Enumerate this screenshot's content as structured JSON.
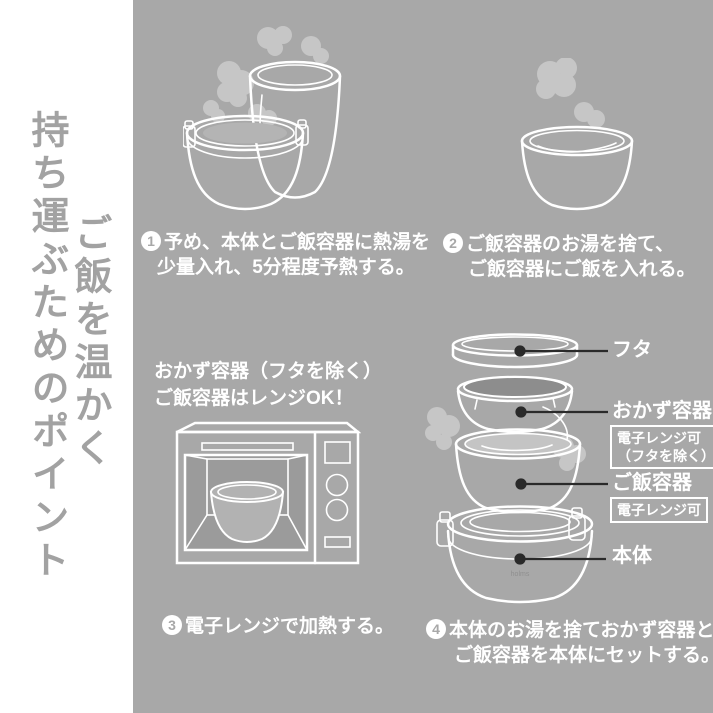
{
  "colors": {
    "panel_bg": "#a8a8a8",
    "line_white": "#ffffff",
    "steam_gray": "#c6c6c6",
    "leader_dark": "#2a2a2a",
    "sidebar_text_gray": "#a2a2a2"
  },
  "sidebar": {
    "title_first_column": "ご飯を温かく",
    "title_second_column": "持ち運ぶためのポイント"
  },
  "steps": [
    {
      "number": "1",
      "lines": [
        "予め、本体とご飯容器に熱湯を",
        "少量入れ、5分程度予熱する。"
      ]
    },
    {
      "number": "2",
      "lines": [
        "ご飯容器のお湯を捨て、",
        "ご飯容器にご飯を入れる。"
      ]
    },
    {
      "number": "3",
      "lines": [
        "電子レンジで加熱する。"
      ]
    },
    {
      "number": "4",
      "lines": [
        "本体のお湯を捨ておかず容器と",
        "ご飯容器を本体にセットする。"
      ]
    }
  ],
  "microwave_note": {
    "lines": [
      "おかず容器（フタを除く）",
      "ご飯容器はレンジOK！"
    ]
  },
  "part_labels": {
    "lid": "フタ",
    "side_dish_container": "おかず容器",
    "rice_container": "ご飯容器",
    "main_body": "本体"
  },
  "badges": {
    "side_dish": {
      "lines": [
        "電子レンジ可",
        "（フタを除く）"
      ]
    },
    "rice": {
      "lines": [
        "電子レンジ可"
      ]
    }
  },
  "body_logo": "holms"
}
